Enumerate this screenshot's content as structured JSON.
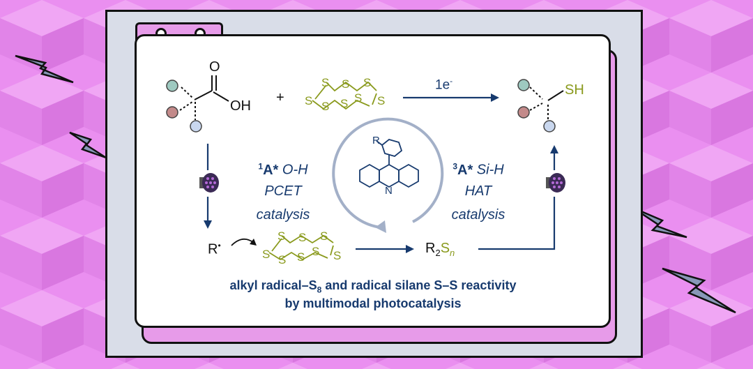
{
  "colors": {
    "background": "#ea8ff0",
    "frame": "#d9dde8",
    "accent_pink": "#e79be9",
    "navy": "#173a6e",
    "sulfur": "#8a9a1d",
    "bolt": "#8898b8"
  },
  "icons": [
    "lightning-bolt-icon",
    "light-bulb-icon",
    "window-dot-icon"
  ],
  "reaction": {
    "acid_o": "O",
    "acid_oh": "OH",
    "plus": "+",
    "top_arrow_label": "1e",
    "top_arrow_sup": "-",
    "product_sh": "SH",
    "s8_atom": "S",
    "radical": "R",
    "radical_dot": "•",
    "mid_product_r": "R",
    "mid_product_sub": "2",
    "mid_product_s": "S",
    "mid_product_n": "n",
    "catalyst_r": "R",
    "catalyst_n": "N"
  },
  "catalysis_left": {
    "sup": "1",
    "label_bold": "A*",
    "label_italic": "O-H",
    "line2": "PCET",
    "line3": "catalysis"
  },
  "catalysis_right": {
    "sup": "3",
    "label_bold": "A*",
    "label_italic": "Si-H",
    "line2": "HAT",
    "line3": "catalysis"
  },
  "caption": {
    "line1_a": "alkyl radical–S",
    "line1_sub": "8",
    "line1_b": " and radical silane S–S reactivity",
    "line2": "by multimodal photocatalysis"
  }
}
